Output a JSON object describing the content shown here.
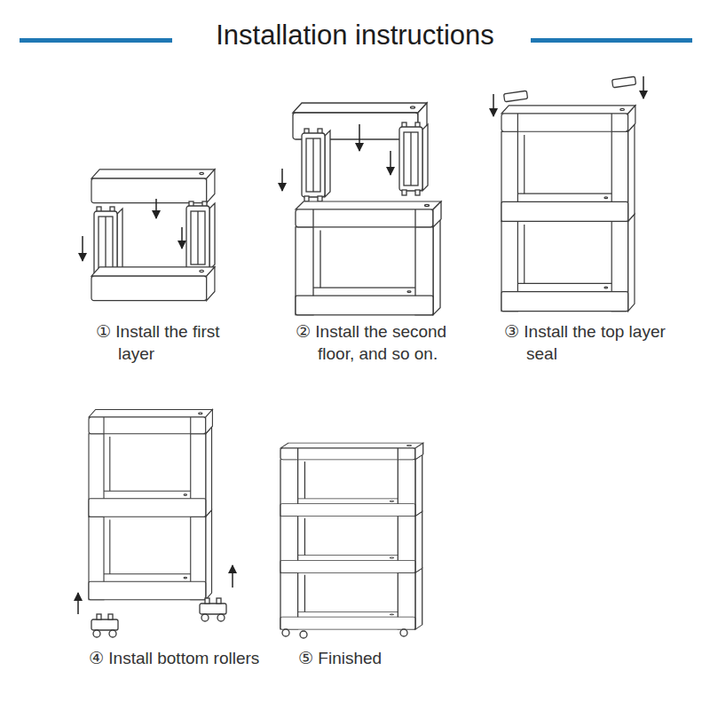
{
  "diagram": {
    "title": "Installation instructions",
    "labels": [
      "① Install the first layer",
      "② Install the second floor, and so on.",
      "③ Install the top layer seal",
      "④ Install bottom rollers",
      "⑤ Finished"
    ]
  }
}
